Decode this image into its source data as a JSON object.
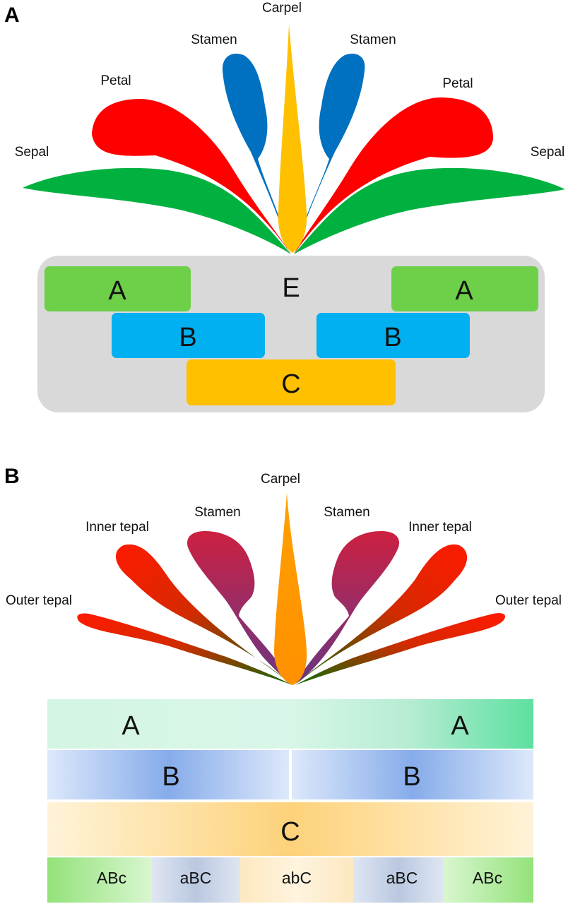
{
  "panel_a": {
    "letter": "A",
    "labels": {
      "carpel": "Carpel",
      "stamen_left": "Stamen",
      "stamen_right": "Stamen",
      "petal_left": "Petal",
      "petal_right": "Petal",
      "sepal_left": "Sepal",
      "sepal_right": "Sepal"
    },
    "boxes": {
      "e": "E",
      "a_left": "A",
      "a_right": "A",
      "b_left": "B",
      "b_right": "B",
      "c": "C"
    },
    "colors": {
      "sepal": "#00b140",
      "petal": "#ff0000",
      "stamen": "#0070c0",
      "carpel": "#ffc000",
      "e_box": "#d9d9d9",
      "a_box": "#6dd048",
      "b_box": "#00b0f0",
      "c_box": "#ffc000"
    }
  },
  "panel_b": {
    "letter": "B",
    "labels": {
      "carpel": "Carpel",
      "stamen_left": "Stamen",
      "stamen_right": "Stamen",
      "inner_left": "Inner tepal",
      "inner_right": "Inner tepal",
      "outer_left": "Outer tepal",
      "outer_right": "Outer tepal"
    },
    "bars": {
      "a_left": "A",
      "a_right": "A",
      "b_left": "B",
      "b_right": "B",
      "c": "C"
    },
    "cells": [
      "ABc",
      "aBC",
      "abC",
      "aBC",
      "ABc"
    ]
  }
}
